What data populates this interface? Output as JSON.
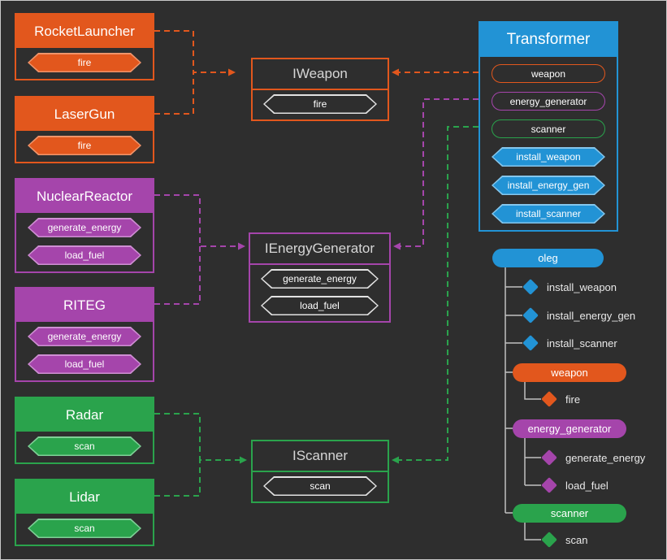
{
  "colors": {
    "background": "#2e2e2e",
    "orange": "#e2571d",
    "purple": "#a545ab",
    "green": "#2aa34c",
    "blue": "#2293d5",
    "tree_line": "#c0c0c0",
    "interface_title_text": "#d6d6d6"
  },
  "left_classes": [
    {
      "name": "RocketLauncher",
      "color": "#e2571d",
      "methods": [
        "fire"
      ]
    },
    {
      "name": "LaserGun",
      "color": "#e2571d",
      "methods": [
        "fire"
      ]
    },
    {
      "name": "NuclearReactor",
      "color": "#a545ab",
      "methods": [
        "generate_energy",
        "load_fuel"
      ]
    },
    {
      "name": "RITEG",
      "color": "#a545ab",
      "methods": [
        "generate_energy",
        "load_fuel"
      ]
    },
    {
      "name": "Radar",
      "color": "#2aa34c",
      "methods": [
        "scan"
      ]
    },
    {
      "name": "Lidar",
      "color": "#2aa34c",
      "methods": [
        "scan"
      ]
    }
  ],
  "interfaces": [
    {
      "name": "IWeapon",
      "color": "#e2571d",
      "methods": [
        "fire"
      ]
    },
    {
      "name": "IEnergyGenerator",
      "color": "#a545ab",
      "methods": [
        "generate_energy",
        "load_fuel"
      ]
    },
    {
      "name": "IScanner",
      "color": "#2aa34c",
      "methods": [
        "scan"
      ]
    }
  ],
  "transformer": {
    "title": "Transformer",
    "color": "#2293d5",
    "attributes": [
      {
        "label": "weapon",
        "color": "#e2571d"
      },
      {
        "label": "energy_generator",
        "color": "#a545ab"
      },
      {
        "label": "scanner",
        "color": "#2aa34c"
      }
    ],
    "methods": [
      "install_weapon",
      "install_energy_gen",
      "install_scanner"
    ]
  },
  "tree": {
    "root": "oleg",
    "nodes": [
      {
        "label": "install_weapon",
        "kind": "method",
        "color": "#2293d5"
      },
      {
        "label": "install_energy_gen",
        "kind": "method",
        "color": "#2293d5"
      },
      {
        "label": "install_scanner",
        "kind": "method",
        "color": "#2293d5"
      },
      {
        "label": "weapon",
        "kind": "object",
        "color": "#e2571d"
      },
      {
        "label": "fire",
        "kind": "method",
        "color": "#e2571d"
      },
      {
        "label": "energy_generator",
        "kind": "object",
        "color": "#a545ab"
      },
      {
        "label": "generate_energy",
        "kind": "method",
        "color": "#a545ab"
      },
      {
        "label": "load_fuel",
        "kind": "method",
        "color": "#a545ab"
      },
      {
        "label": "scanner",
        "kind": "object",
        "color": "#2aa34c"
      },
      {
        "label": "scan",
        "kind": "method",
        "color": "#2aa34c"
      }
    ]
  },
  "relations": [
    {
      "from": "RocketLauncher",
      "to": "IWeapon",
      "style": "dashed-arrow"
    },
    {
      "from": "LaserGun",
      "to": "IWeapon",
      "style": "dashed-arrow"
    },
    {
      "from": "Transformer",
      "to": "IWeapon",
      "style": "dashed-arrow"
    },
    {
      "from": "NuclearReactor",
      "to": "IEnergyGenerator",
      "style": "dashed-arrow"
    },
    {
      "from": "RITEG",
      "to": "IEnergyGenerator",
      "style": "dashed-arrow"
    },
    {
      "from": "Transformer",
      "to": "IEnergyGenerator",
      "style": "dashed-arrow"
    },
    {
      "from": "Radar",
      "to": "IScanner",
      "style": "dashed-arrow"
    },
    {
      "from": "Lidar",
      "to": "IScanner",
      "style": "dashed-arrow"
    },
    {
      "from": "Transformer",
      "to": "IScanner",
      "style": "dashed-arrow"
    }
  ]
}
